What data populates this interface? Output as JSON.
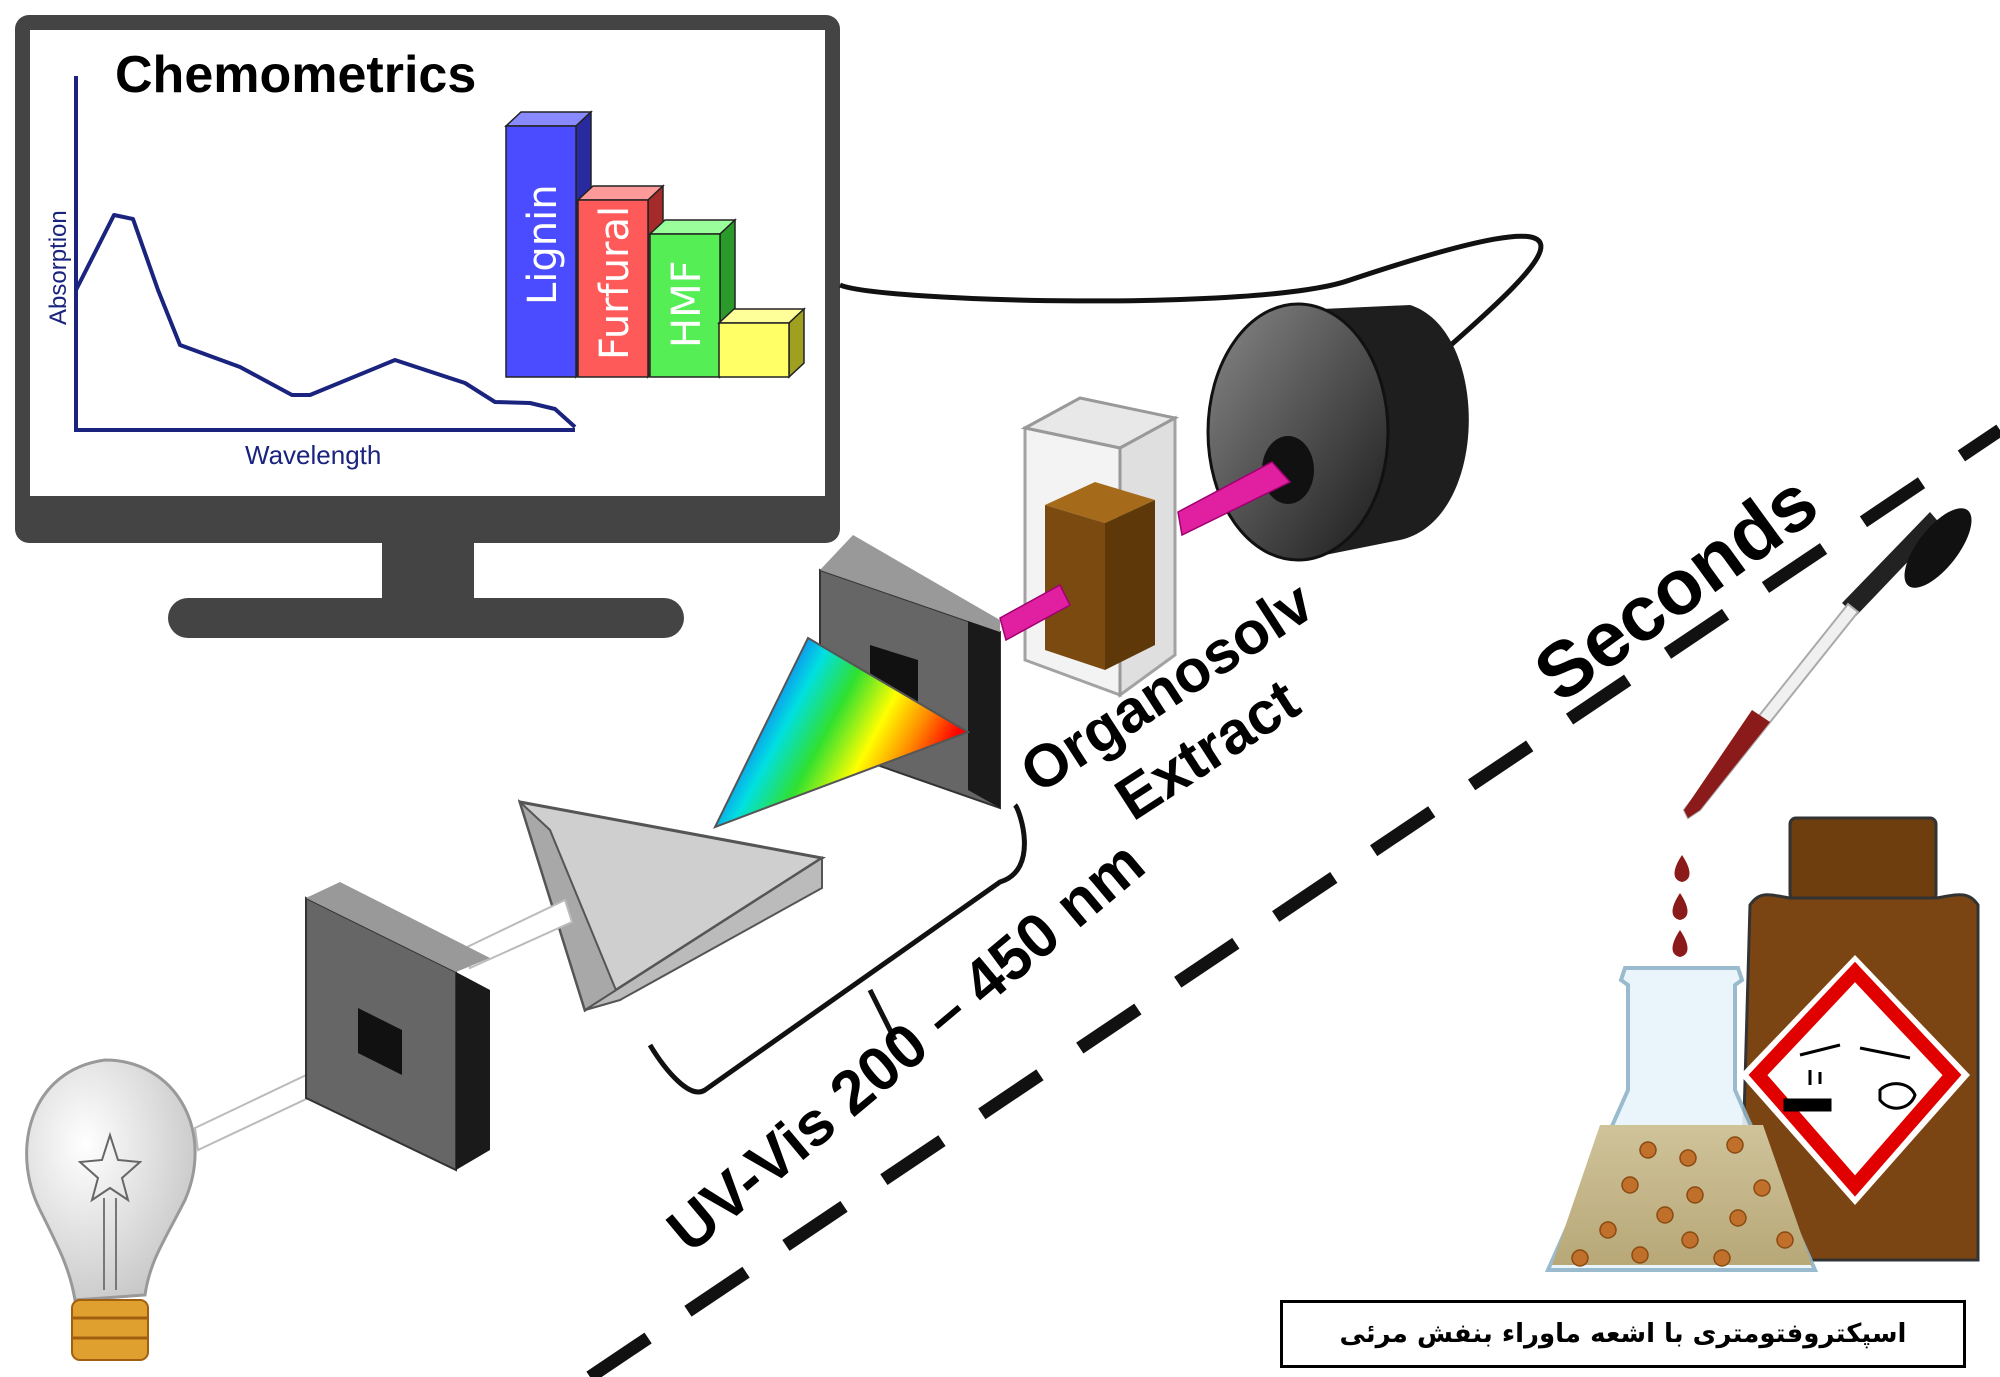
{
  "monitor": {
    "title": "Chemometrics",
    "ylabel": "Absorption",
    "xlabel": "Wavelength"
  },
  "bars": [
    {
      "label": "Lignin",
      "color": "#4b4bff"
    },
    {
      "label": "Furfural",
      "color": "#ff5a5a"
    },
    {
      "label": "HMF",
      "color": "#55ee55"
    },
    {
      "label": "",
      "color": "#ffff66"
    }
  ],
  "labels": {
    "sample": "Organosolv",
    "sample2": "Extract",
    "technique": "UV-Vis 200 – 450 nm",
    "time": "Seconds"
  },
  "caption": "اسپکتروفتومتری با اشعه ماوراء بنفش مرئی"
}
